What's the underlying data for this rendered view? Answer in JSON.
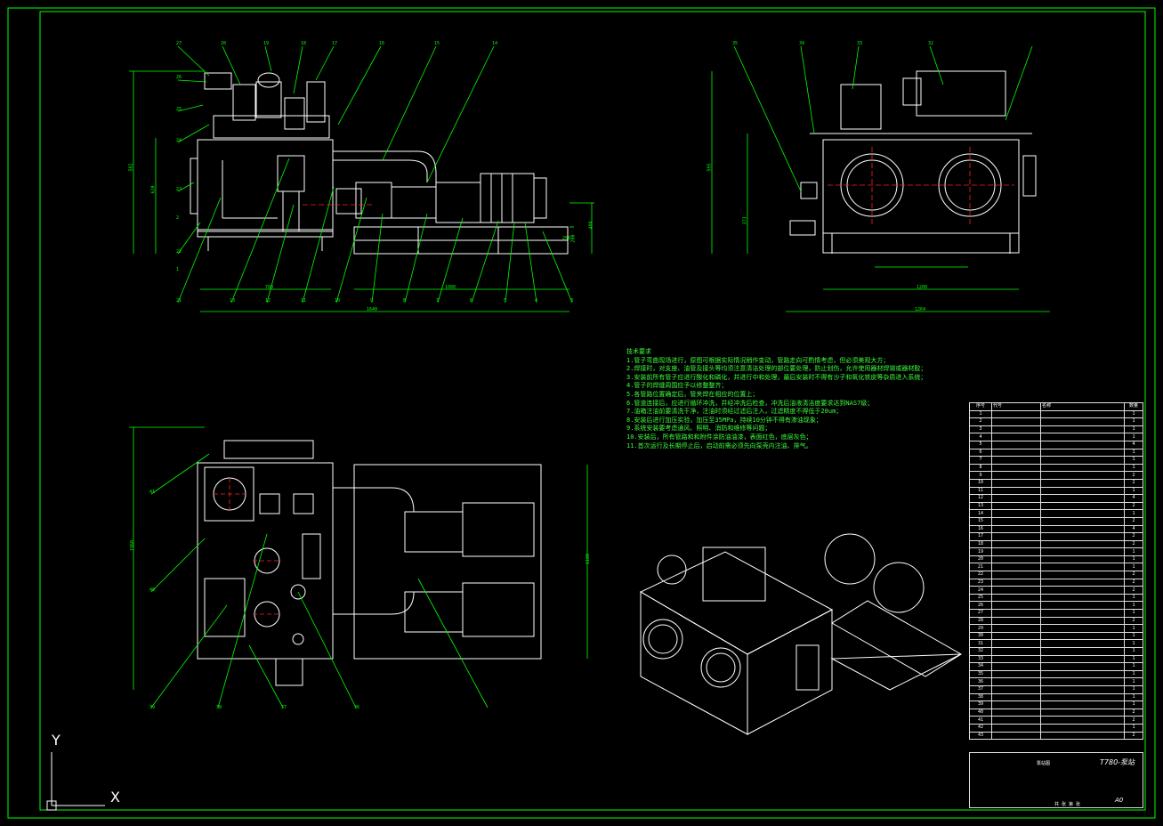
{
  "drawing": {
    "title": "T780-泵站",
    "sheet_size": "A0",
    "title_cell": "泵站图",
    "footer": "共 张 第 张"
  },
  "colors": {
    "background": "#000000",
    "outline": "#ffffff",
    "dimension": "#00ff00",
    "centerline": "#ff2020",
    "frame": "#00ff00"
  },
  "axes": {
    "x": "X",
    "y": "Y"
  },
  "front_view": {
    "dimensions": [
      "1640",
      "700",
      "1000",
      "582",
      "620",
      "200",
      "480",
      "250"
    ],
    "leaders": [
      "27",
      "26",
      "25",
      "24",
      "23",
      "22",
      "21",
      "20",
      "19",
      "18",
      "17",
      "16",
      "15",
      "14",
      "13",
      "12",
      "11",
      "10",
      "9",
      "8",
      "7",
      "6",
      "5",
      "4",
      "3",
      "2",
      "1"
    ]
  },
  "side_view": {
    "dimensions": [
      "1200",
      "1264",
      "595",
      "373"
    ],
    "leaders": [
      "35",
      "34",
      "33",
      "32"
    ]
  },
  "top_view": {
    "dimensions": [
      "1960",
      "1100"
    ],
    "leaders": [
      "41",
      "40",
      "39",
      "38",
      "37",
      "36"
    ]
  },
  "technical_requirements": {
    "heading": "技术要求",
    "items": [
      "1.管子弯曲现场进行，原图可根据实际情况稍作变动，管路走向可酌情考虑，但必须美观大方；",
      "2.焊接时，对支座、油管及接头等均须注意清洁处理的部位要处理，防止划伤，允许使用器材焊锡或器材胶；",
      "3.安装前所有管子应进行酸化和磷化，并进行中和处理，最后安装时不得有沙子和氧化铁皮等杂质进入系统；",
      "4.管子的焊缝周围应予以修整整齐；",
      "5.各管路位置确定后，管夹焊在相应的位置上；",
      "6.管道连接后，应进行循环冲洗，并经冲洗后检查，冲洗后油液清洁度要求达到NAS7级；",
      "7.油箱注油前要清洗干净，注油时须经过滤后注入，过滤精度不得低于20um；",
      "8.安装后进行加压实验，加压至35MPa，持续10分钟不得有渗油现象；",
      "9.系统安装要考虑通风、照明、消防和维修等问题；",
      "10.安装后，所有管路和和附件涂防油油漆，表面红色，底层灰色；",
      "11.首次运行及长期停止后，启动前需必须先向泵壳内注油、排气。"
    ]
  },
  "bom": {
    "headers": [
      "序号",
      "代号",
      "名称",
      "数量"
    ],
    "rows": [
      [
        "1",
        "",
        "",
        "1"
      ],
      [
        "2",
        "",
        "",
        "1"
      ],
      [
        "3",
        "",
        "",
        "1"
      ],
      [
        "4",
        "",
        "",
        "1"
      ],
      [
        "5",
        "",
        "",
        "4"
      ],
      [
        "6",
        "",
        "",
        "1"
      ],
      [
        "7",
        "",
        "",
        "1"
      ],
      [
        "8",
        "",
        "",
        "1"
      ],
      [
        "9",
        "",
        "",
        "2"
      ],
      [
        "10",
        "",
        "",
        "2"
      ],
      [
        "11",
        "",
        "",
        "1"
      ],
      [
        "12",
        "",
        "",
        "4"
      ],
      [
        "13",
        "",
        "",
        "2"
      ],
      [
        "14",
        "",
        "",
        "1"
      ],
      [
        "15",
        "",
        "",
        "2"
      ],
      [
        "16",
        "",
        "",
        "4"
      ],
      [
        "17",
        "",
        "",
        "2"
      ],
      [
        "18",
        "",
        "",
        "2"
      ],
      [
        "19",
        "",
        "",
        "1"
      ],
      [
        "20",
        "",
        "",
        "1"
      ],
      [
        "21",
        "",
        "",
        "1"
      ],
      [
        "22",
        "",
        "",
        "2"
      ],
      [
        "23",
        "",
        "",
        "2"
      ],
      [
        "24",
        "",
        "",
        "2"
      ],
      [
        "25",
        "",
        "",
        "1"
      ],
      [
        "26",
        "",
        "",
        "1"
      ],
      [
        "27",
        "",
        "",
        "1"
      ],
      [
        "28",
        "",
        "",
        "2"
      ],
      [
        "29",
        "",
        "",
        "1"
      ],
      [
        "30",
        "",
        "",
        "1"
      ],
      [
        "31",
        "",
        "",
        "1"
      ],
      [
        "32",
        "",
        "",
        "1"
      ],
      [
        "33",
        "",
        "",
        "1"
      ],
      [
        "34",
        "",
        "",
        "1"
      ],
      [
        "35",
        "",
        "",
        "1"
      ],
      [
        "36",
        "",
        "",
        "1"
      ],
      [
        "37",
        "",
        "",
        "1"
      ],
      [
        "38",
        "",
        "",
        "1"
      ],
      [
        "39",
        "",
        "",
        "1"
      ],
      [
        "40",
        "",
        "",
        "2"
      ],
      [
        "41",
        "",
        "",
        "2"
      ],
      [
        "42",
        "",
        "",
        "1"
      ],
      [
        "43",
        "",
        "",
        "2"
      ]
    ]
  }
}
